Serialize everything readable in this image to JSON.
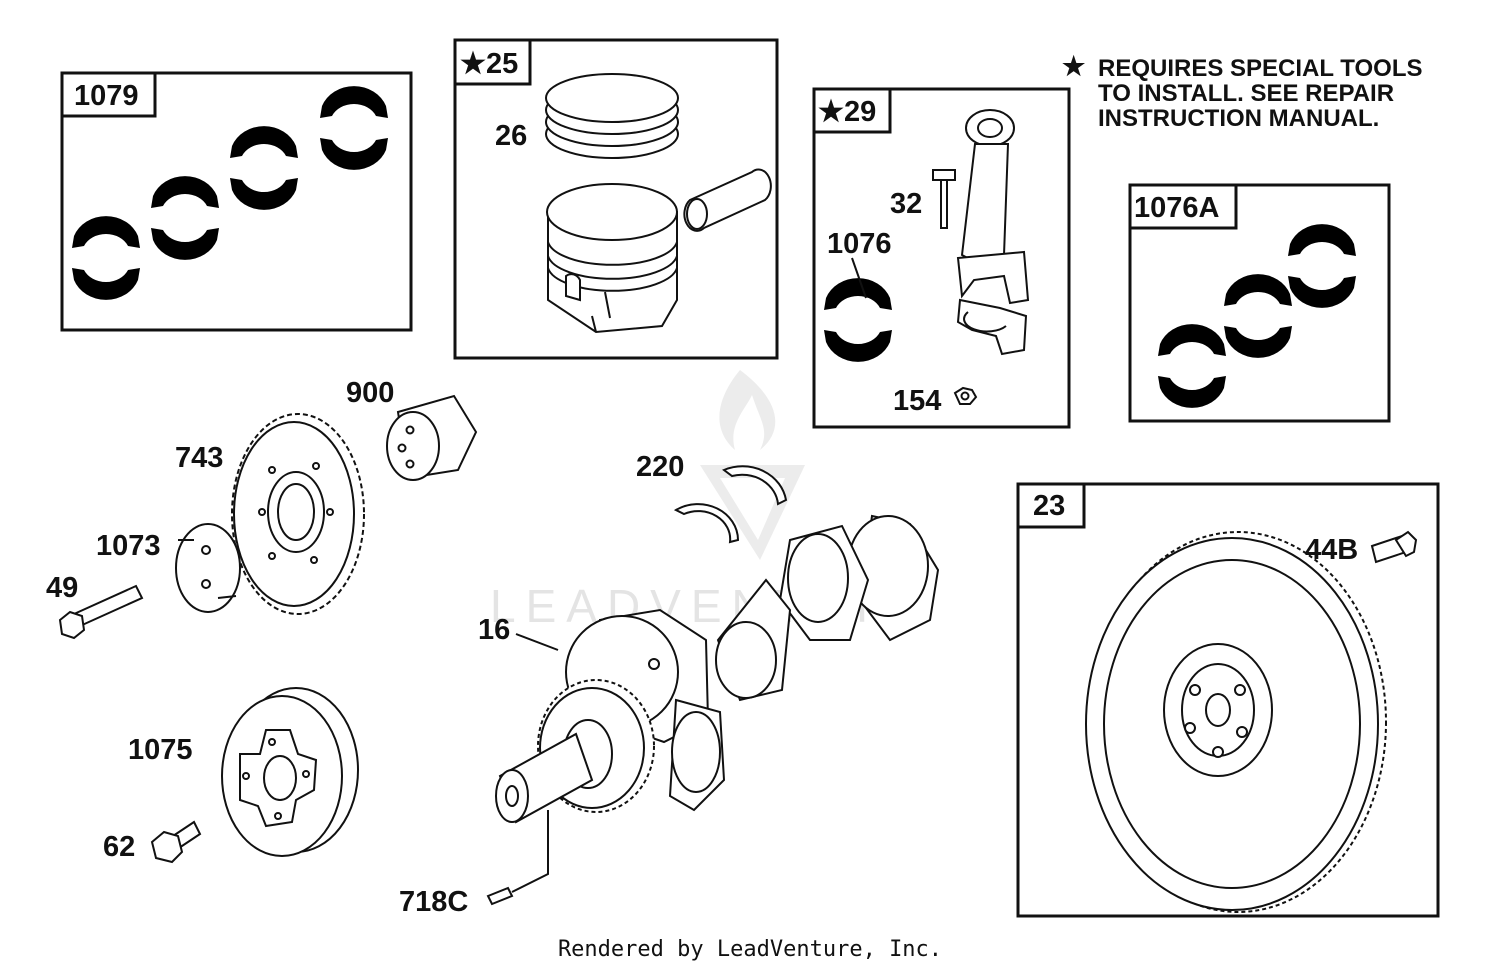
{
  "note": {
    "star": "★",
    "lines": [
      "REQUIRES SPECIAL TOOLS",
      "TO INSTALL.  SEE REPAIR",
      "INSTRUCTION MANUAL."
    ]
  },
  "boxes": {
    "b1079": "1079",
    "b25": "★25",
    "b29": "★29",
    "b1076a": "1076A",
    "b23": "23"
  },
  "labels": {
    "l26": "26",
    "l32": "32",
    "l1076": "1076",
    "l154": "154",
    "l900": "900",
    "l743": "743",
    "l1073": "1073",
    "l49": "49",
    "l220": "220",
    "l16": "16",
    "l1075": "1075",
    "l62": "62",
    "l718c": "718C",
    "l44b": "44B"
  },
  "watermark": "LEADVENTURE",
  "footer": "Rendered by LeadVenture, Inc."
}
